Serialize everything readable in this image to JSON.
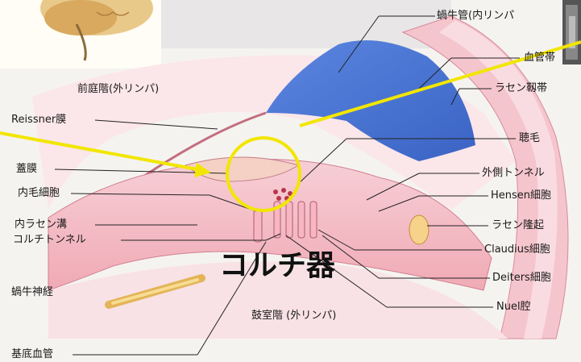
{
  "labels": {
    "cochlear_duct": "蝸牛管(内リンパ",
    "stria_vascularis": "血管帯",
    "spiral_ligament": "ラセン靱帯",
    "scala_vestibuli": "前庭階(外リンパ)",
    "reissner_membrane": "Reissner膜",
    "stereocilia": "聴毛",
    "tectorial_membrane": "蓋膜",
    "outer_tunnel": "外側トンネル",
    "inner_hair_cell": "内毛細胞",
    "hensen_cells": "Hensen細胞",
    "inner_spiral_sulcus": "内ラセン溝",
    "spiral_prominence": "ラセン隆起",
    "corti_tunnel": "コルチトンネル",
    "claudius_cells": "Claudius細胞",
    "organ_of_corti": "コルチ器",
    "cochlear_nerve": "蝸牛神経",
    "deiters_cells": "Deiters細胞",
    "nuel_space": "Nuel腔",
    "scala_tympani": "鼓室階 (外リンパ)",
    "basilar_vessel": "基底血管"
  },
  "colors": {
    "highlight_circle": "#f2e600",
    "arrow": "#f2e600",
    "scala_media": "#3f6fd2",
    "tissue_pink": "#f2b6bf",
    "tissue_light": "#f9dfe3"
  }
}
